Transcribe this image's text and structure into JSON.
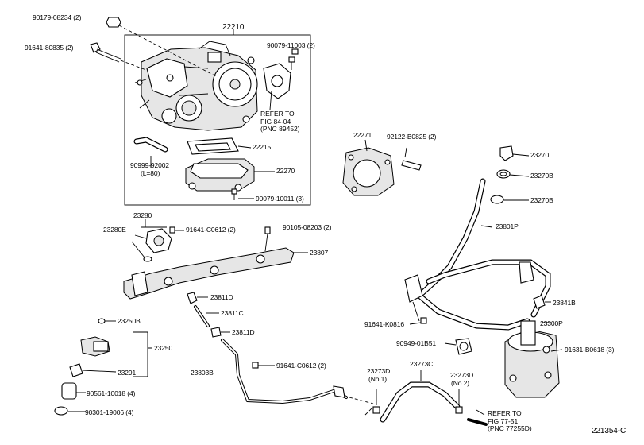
{
  "drawing_code": "221354-C",
  "assembly_box_label": "22210",
  "parts": [
    {
      "id": "p01",
      "number": "90179-08234 (2)"
    },
    {
      "id": "p02",
      "number": "91641-80835 (2)"
    },
    {
      "id": "p03",
      "number": "90079-11003 (2)"
    },
    {
      "id": "p04",
      "number": "22215"
    },
    {
      "id": "p05",
      "number": "90999-92002"
    },
    {
      "id": "p06",
      "number": "22270"
    },
    {
      "id": "p07",
      "number": "90079-10011 (3)"
    },
    {
      "id": "p08",
      "number": "22271"
    },
    {
      "id": "p09",
      "number": "92122-B0825 (2)"
    },
    {
      "id": "p10",
      "number": "23270"
    },
    {
      "id": "p11",
      "number": "23270B"
    },
    {
      "id": "p12",
      "number": "23270B"
    },
    {
      "id": "p13",
      "number": "23801P"
    },
    {
      "id": "p14",
      "number": "23280"
    },
    {
      "id": "p15",
      "number": "23280E"
    },
    {
      "id": "p16",
      "number": "91641-C0612 (2)"
    },
    {
      "id": "p17",
      "number": "90105-08203 (2)"
    },
    {
      "id": "p18",
      "number": "23807"
    },
    {
      "id": "p19",
      "number": "23811D"
    },
    {
      "id": "p20",
      "number": "23811C"
    },
    {
      "id": "p21",
      "number": "23811D"
    },
    {
      "id": "p22",
      "number": "23841B"
    },
    {
      "id": "p23",
      "number": "91641-K0816"
    },
    {
      "id": "p24",
      "number": "23300P"
    },
    {
      "id": "p25",
      "number": "90949-01B51"
    },
    {
      "id": "p26",
      "number": "91631-B0618 (3)"
    },
    {
      "id": "p27",
      "number": "23250B"
    },
    {
      "id": "p28",
      "number": "23250"
    },
    {
      "id": "p29",
      "number": "23291"
    },
    {
      "id": "p30",
      "number": "23803B"
    },
    {
      "id": "p31",
      "number": "91641-C0612 (2)"
    },
    {
      "id": "p32",
      "number": "23273D"
    },
    {
      "id": "p33",
      "number": "23273C"
    },
    {
      "id": "p34",
      "number": "23273D"
    },
    {
      "id": "p35",
      "number": "90561-10018 (4)"
    },
    {
      "id": "p36",
      "number": "90301-19006 (4)"
    }
  ],
  "sub_notes": {
    "p05_length": "(L=80)",
    "p32_variant": "(No.1)",
    "p34_variant": "(No.2)"
  },
  "references": [
    {
      "lines": [
        "REFER TO",
        "FIG 84-04",
        "(PNC 89452)"
      ]
    },
    {
      "lines": [
        "REFER TO",
        "FIG 77-51",
        "(PNC 77255D)"
      ]
    }
  ]
}
